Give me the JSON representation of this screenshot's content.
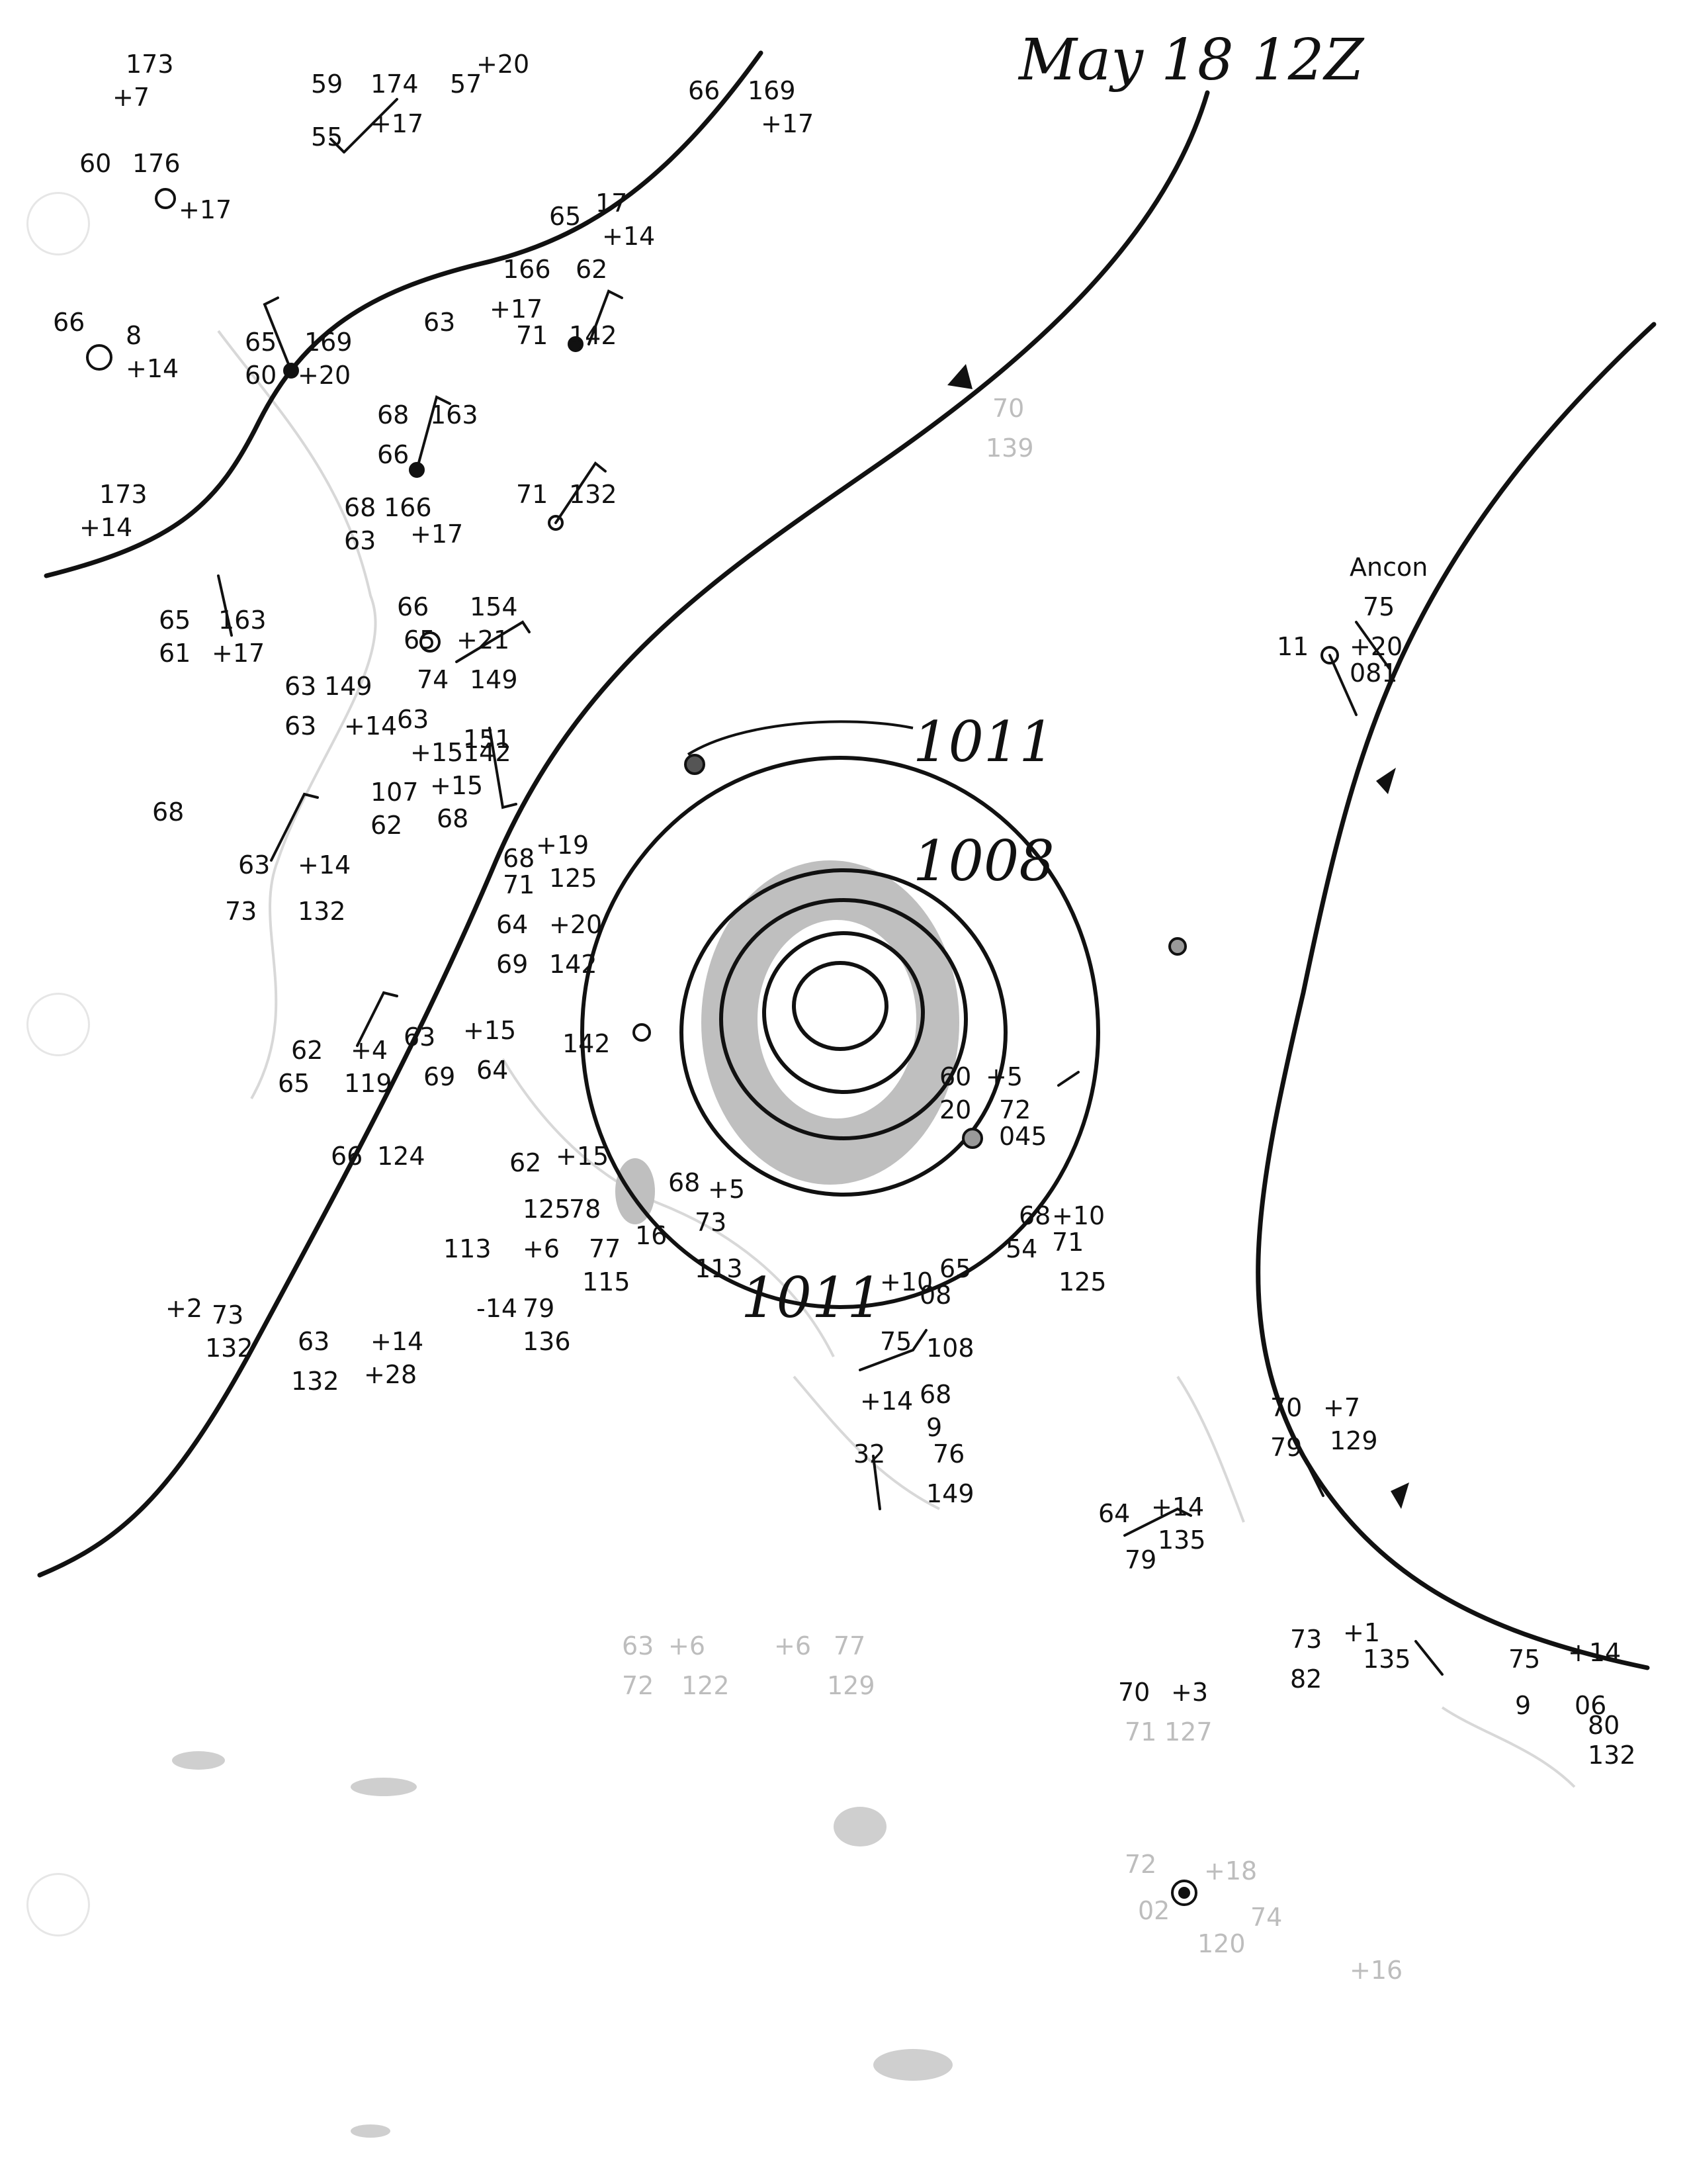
{
  "map": {
    "title": "May 18 12Z",
    "isobars": [
      "1011",
      "1008",
      "1011"
    ],
    "station_label": "Ancon",
    "observations": [
      "173",
      "+7",
      "59",
      "174",
      "57",
      "+20",
      "66",
      "169",
      "+17",
      "55",
      "+17",
      "60",
      "176",
      "+17",
      "65",
      "17",
      "+14",
      "62",
      "166",
      "63",
      "+17",
      "71",
      "142",
      "66",
      "8",
      "+14",
      "65",
      "169",
      "60",
      "+20",
      "68",
      "163",
      "66",
      "173",
      "+14",
      "68",
      "166",
      "63",
      "+17",
      "71",
      "132",
      "65",
      "163",
      "61",
      "+17",
      "66",
      "154",
      "65",
      "+21",
      "63",
      "149",
      "74",
      "149",
      "63",
      "+14",
      "63",
      "+15",
      "68",
      "142",
      "62",
      "+15",
      "107",
      "68",
      "151",
      "63",
      "+14",
      "73",
      "132",
      "68",
      "+19",
      "71",
      "125",
      "64",
      "+20",
      "69",
      "142",
      "62",
      "+4",
      "65",
      "119",
      "63",
      "+15",
      "69",
      "64",
      "142",
      "66",
      "124",
      "62",
      "+15",
      "125",
      "78",
      "113",
      "+6",
      "77",
      "115",
      "-14",
      "79",
      "136",
      "+2",
      "73",
      "132",
      "63",
      "+14",
      "132",
      "+28",
      "70",
      "139",
      "11",
      "+20",
      "75",
      "081",
      "60",
      "+5",
      "20",
      "72",
      "045",
      "68",
      "+5",
      "16",
      "73",
      "113",
      "+10",
      "65",
      "08",
      "75",
      "108",
      "68",
      "+10",
      "54",
      "71",
      "125",
      "+14",
      "68",
      "9",
      "32",
      "76",
      "149",
      "70",
      "+7",
      "79",
      "129",
      "64",
      "+14",
      "79",
      "135",
      "73",
      "+1",
      "82",
      "135",
      "75",
      "+14",
      "9",
      "06",
      "80",
      "132",
      "70",
      "+3",
      "71",
      "127",
      "63",
      "+6",
      "72",
      "122",
      "+6",
      "77",
      "129",
      "72",
      "+18",
      "02",
      "74",
      "120",
      "+16"
    ]
  },
  "colors": {
    "ink": "#111111",
    "shading": "#bfbfbf",
    "faint": "#bdbdbd",
    "background": "#ffffff"
  }
}
